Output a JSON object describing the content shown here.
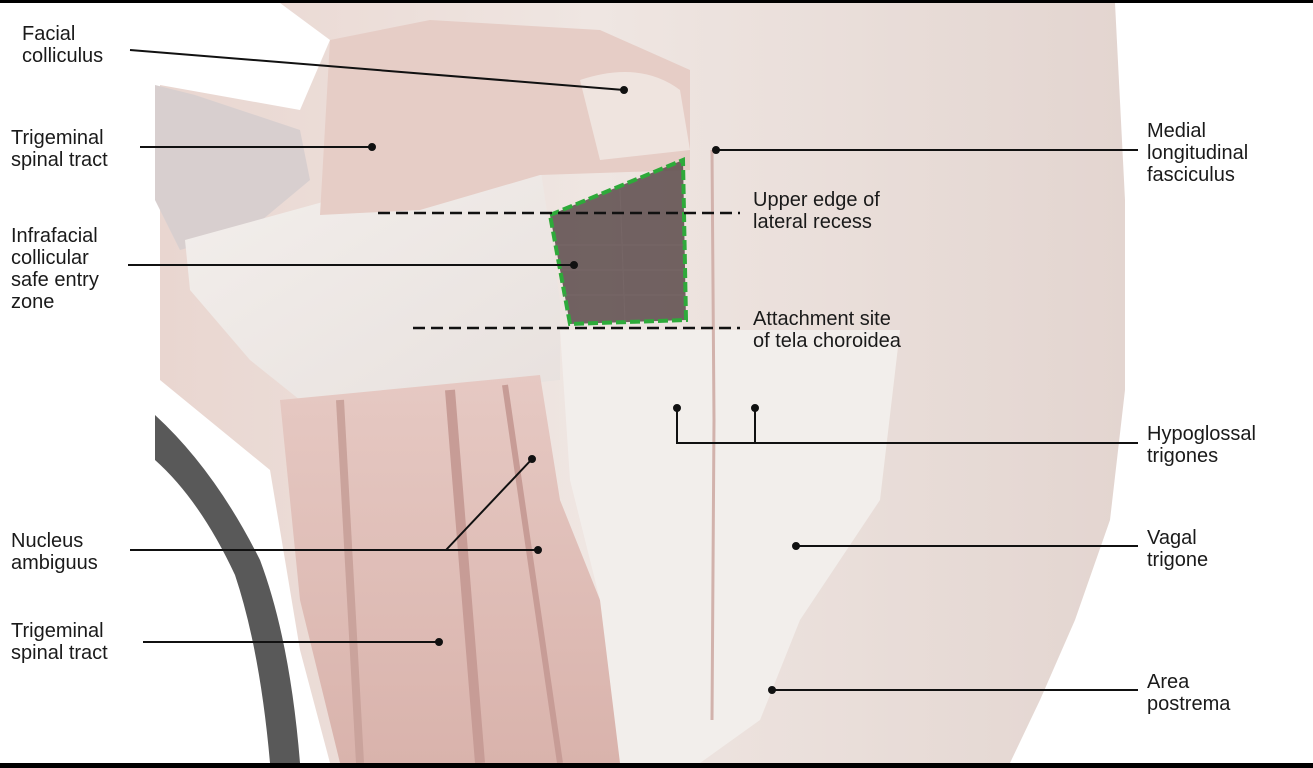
{
  "figure": {
    "type": "annotated anatomical photograph",
    "subject": "floor of fourth ventricle",
    "highlight": {
      "name": "Infrafacial collicular safe entry zone",
      "outline_color": "#2eaa3a",
      "fill_color": "#5a4a4a"
    },
    "line_color": "#111111"
  },
  "labels": {
    "left": [
      {
        "id": "facial_colliculus",
        "text": "Facial\ncolliculus"
      },
      {
        "id": "trigeminal_spinal_tract_upper",
        "text": "Trigeminal\nspinal tract"
      },
      {
        "id": "infrafacial_safe_entry_zone",
        "text": "Infrafacial\ncollicular\nsafe entry\nzone"
      },
      {
        "id": "nucleus_ambiguus",
        "text": "Nucleus\nambiguus"
      },
      {
        "id": "trigeminal_spinal_tract_lower",
        "text": "Trigeminal\nspinal tract"
      }
    ],
    "center": [
      {
        "id": "upper_edge_lateral_recess",
        "text": "Upper edge of\nlateral recess"
      },
      {
        "id": "attachment_tela_choroidea",
        "text": "Attachment site\nof tela choroidea"
      }
    ],
    "right": [
      {
        "id": "medial_longitudinal_fasciculus",
        "text": "Medial\nlongitudinal\nfasciculus"
      },
      {
        "id": "hypoglossal_trigones",
        "text": "Hypoglossal\ntrigones"
      },
      {
        "id": "vagal_trigone",
        "text": "Vagal\ntrigone"
      },
      {
        "id": "area_postrema",
        "text": "Area\npostrema"
      }
    ]
  }
}
